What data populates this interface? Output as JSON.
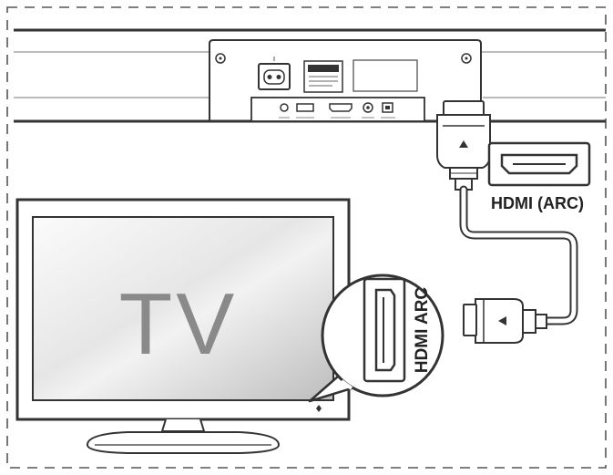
{
  "tv": {
    "screen_label": "TV"
  },
  "callouts": {
    "tv_port_label": "HDMI ARC",
    "soundbar_port_label": "HDMI (ARC)"
  },
  "colors": {
    "line": "#333333",
    "screen_gradient_light": "#f7f7f7",
    "screen_gradient_dark": "#bdbdbd",
    "tv_text": "#8a8a8a",
    "dashed_border": "#555555"
  },
  "icons": {
    "power_socket": "ac-power-socket-icon",
    "hdmi_port": "hdmi-port-icon",
    "arrow": "triangle-arrow-icon"
  }
}
